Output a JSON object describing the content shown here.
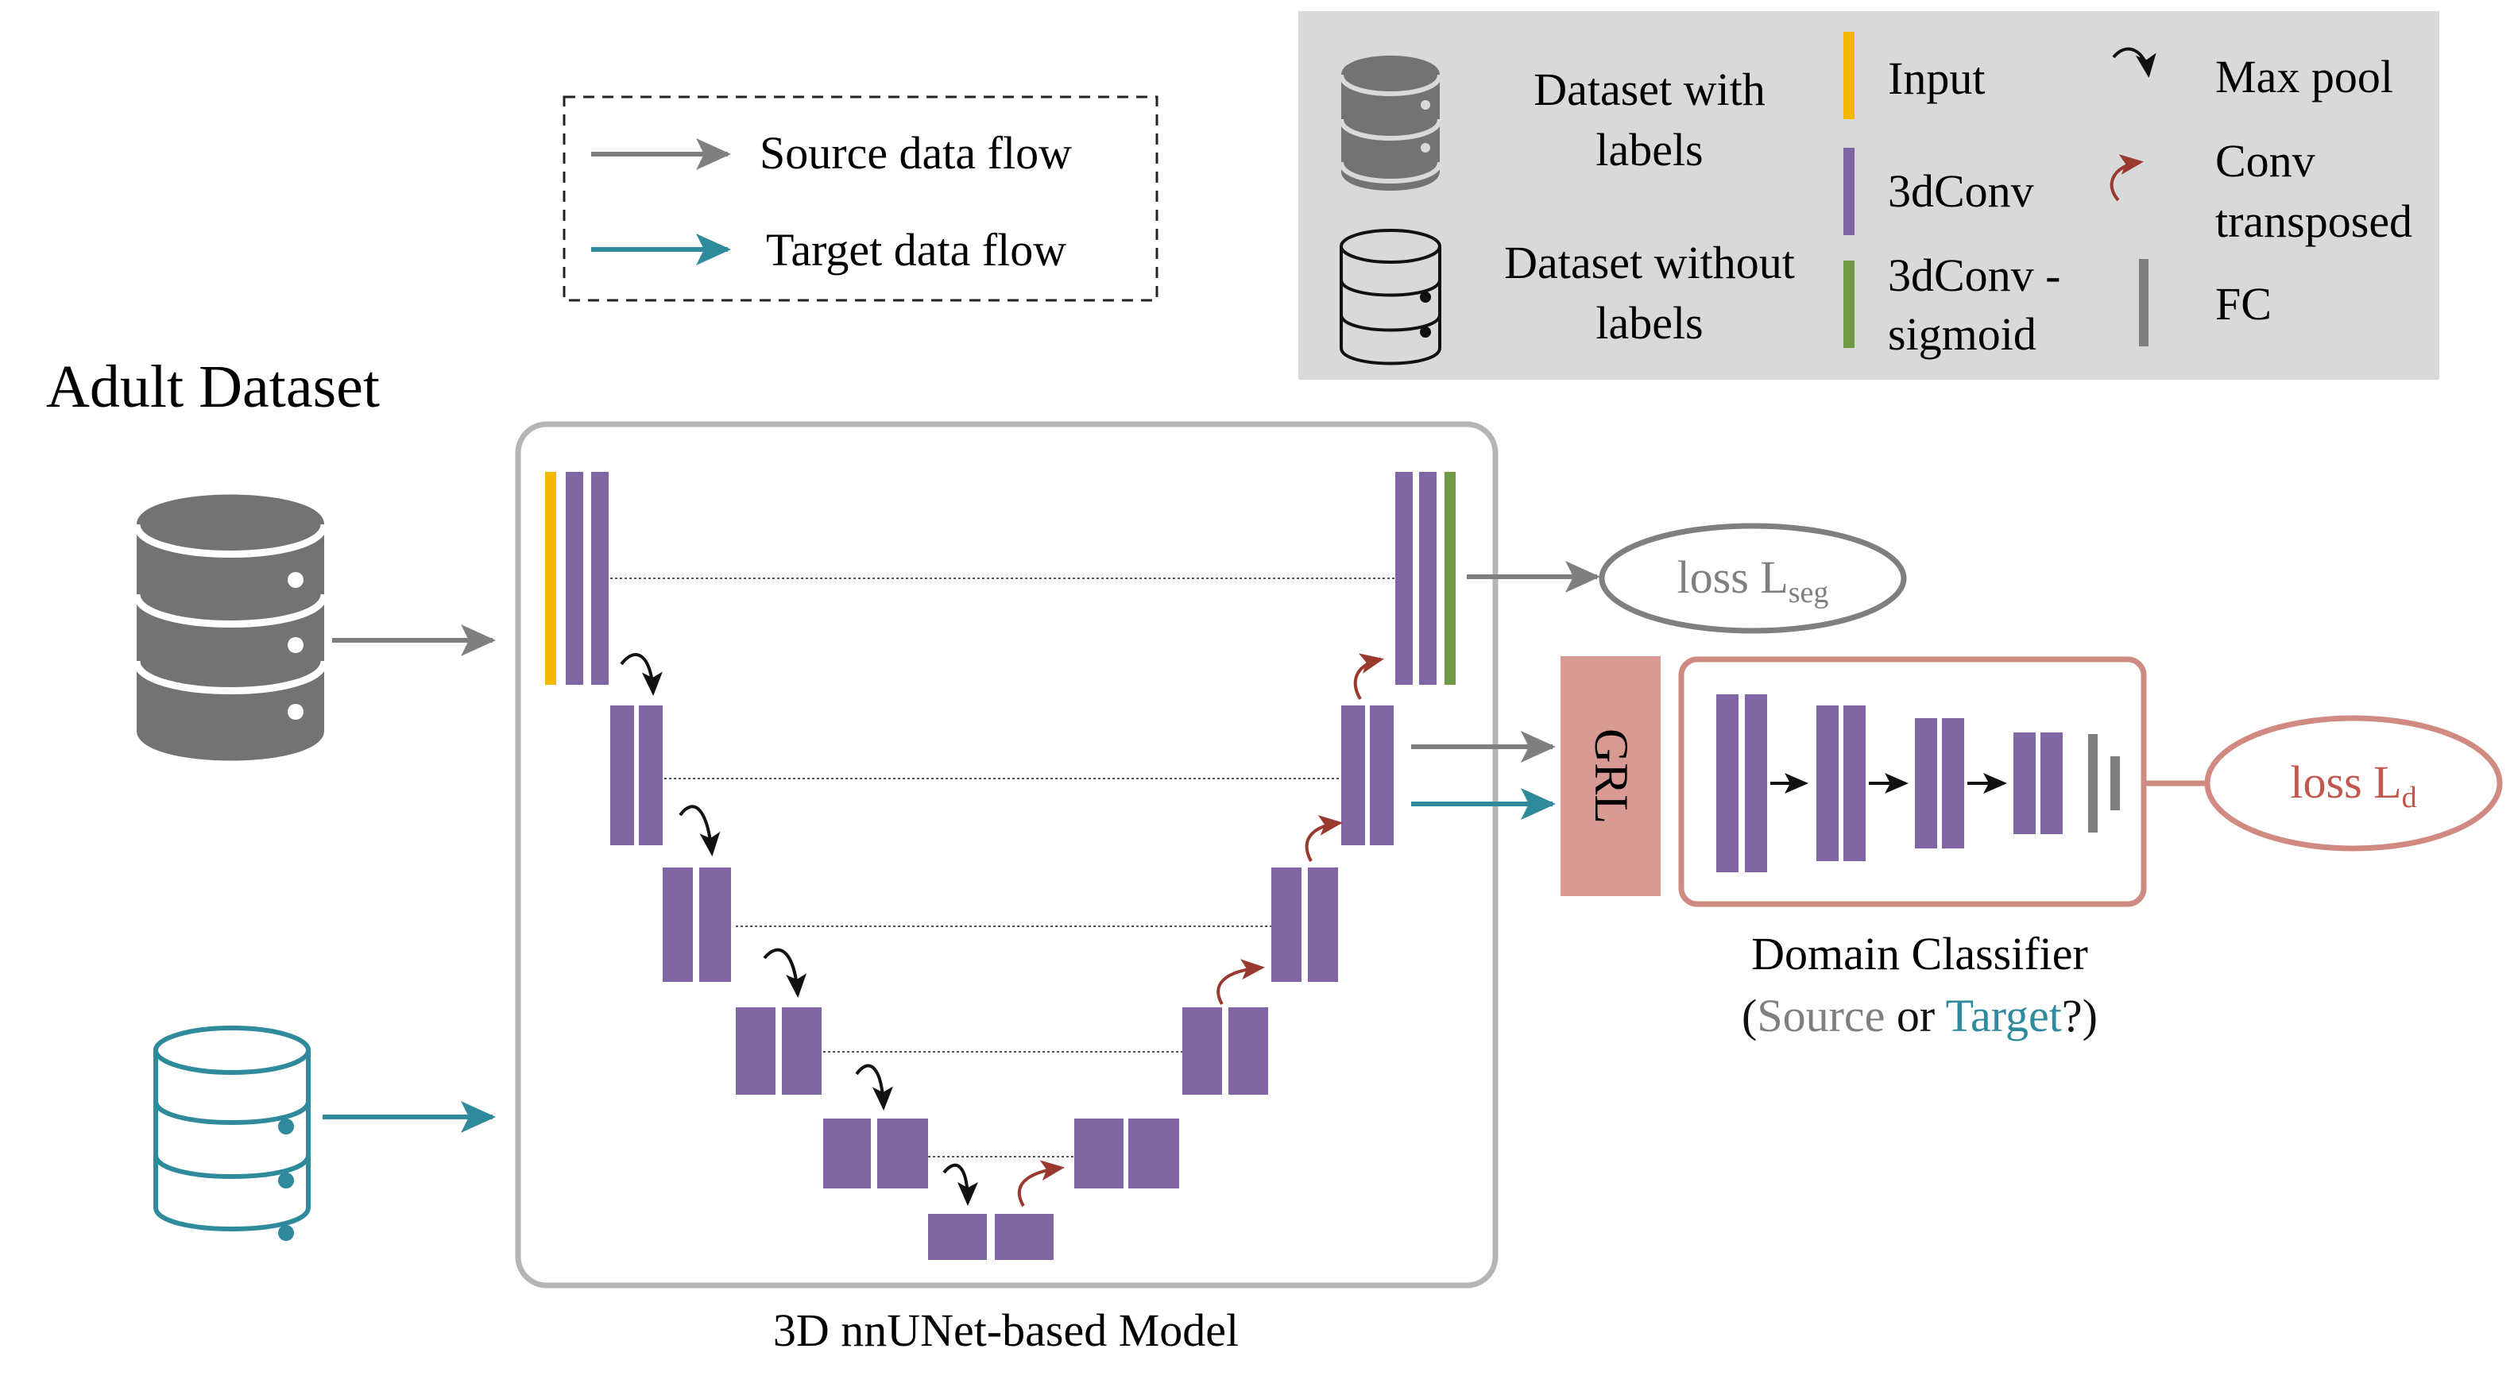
{
  "colors": {
    "conv": "#8066A3",
    "input": "#F5B800",
    "sigmoid": "#709945",
    "fc": "#7F7F7F",
    "source_flow": "#7F7F7F",
    "target_flow": "#2F8A9C",
    "conv_transposed": "#9A3A2E",
    "grl": "#D99A93",
    "domain_classifier": "#D08A82",
    "loss_d_text": "#C0584D",
    "legend_bg": "#D9D9D9",
    "frame": "#B5B5B5"
  },
  "flow_legend": {
    "source": "Source data flow",
    "target": "Target data flow"
  },
  "legend": {
    "dataset_with_labels": [
      "Dataset with",
      "labels"
    ],
    "dataset_without_labels": [
      "Dataset without",
      "labels"
    ],
    "input": "Input",
    "conv3d": "3dConv",
    "conv3d_sigmoid": [
      "3dConv -",
      "sigmoid"
    ],
    "max_pool": "Max pool",
    "conv_transposed": [
      "Conv",
      "transposed"
    ],
    "fc": "FC",
    "icons": [
      "database-filled-icon",
      "database-outline-icon",
      "curved-arrow-down-icon",
      "curved-arrow-up-icon"
    ]
  },
  "adult_dataset": "Adult Dataset",
  "model_label": "3D nnUNet-based Model",
  "loss_seg": {
    "main": "loss L",
    "sub": "seg"
  },
  "loss_d": {
    "main": "loss L",
    "sub": "d"
  },
  "grl": "GRL",
  "domain_classifier": {
    "title": "Domain Classifier",
    "open": "(",
    "source": "Source",
    "or": " or ",
    "target": "Target",
    "close": "?)"
  }
}
